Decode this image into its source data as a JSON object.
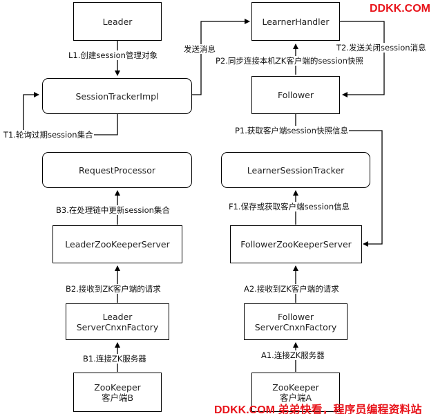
{
  "nodes": {
    "leader": "Leader",
    "learner_handler": "LearnerHandler",
    "session_tracker_impl": "SessionTrackerImpl",
    "follower": "Follower",
    "request_processor": "RequestProcessor",
    "learner_session_tracker": "LearnerSessionTracker",
    "leader_zk_server": "LeaderZooKeeperServer",
    "follower_zk_server": "FollowerZooKeeperServer",
    "leader_factory": [
      "Leader",
      "ServerCnxnFactory"
    ],
    "follower_factory": [
      "Follower",
      "ServerCnxnFactory"
    ],
    "client_b": [
      "ZooKeeper",
      "客户端B"
    ],
    "client_a": [
      "ZooKeeper",
      "客户端A"
    ]
  },
  "edges": {
    "l1": "L1.创建session管理对象",
    "send_msg": "发送消息",
    "t2": "T2.发送关闭session消息",
    "p2": "P2.同步连接本机ZK客户端的session快照",
    "t1": "T1.轮询过期session集合",
    "p1": "P1.获取客户端session快照信息",
    "b3": "B3.在处理链中更新session集合",
    "f1": "F1.保存或获取客户端session信息",
    "b2": "B2.接收到ZK客户端的请求",
    "a2": "A2.接收到ZK客户端的请求",
    "b1": "B1.连接ZK服务器",
    "a1": "A1.连接ZK服务器"
  },
  "watermark": {
    "top": "DDKK.COM",
    "bottom": "DDKK.COM 弟弟快看，程序员编程资料站"
  }
}
